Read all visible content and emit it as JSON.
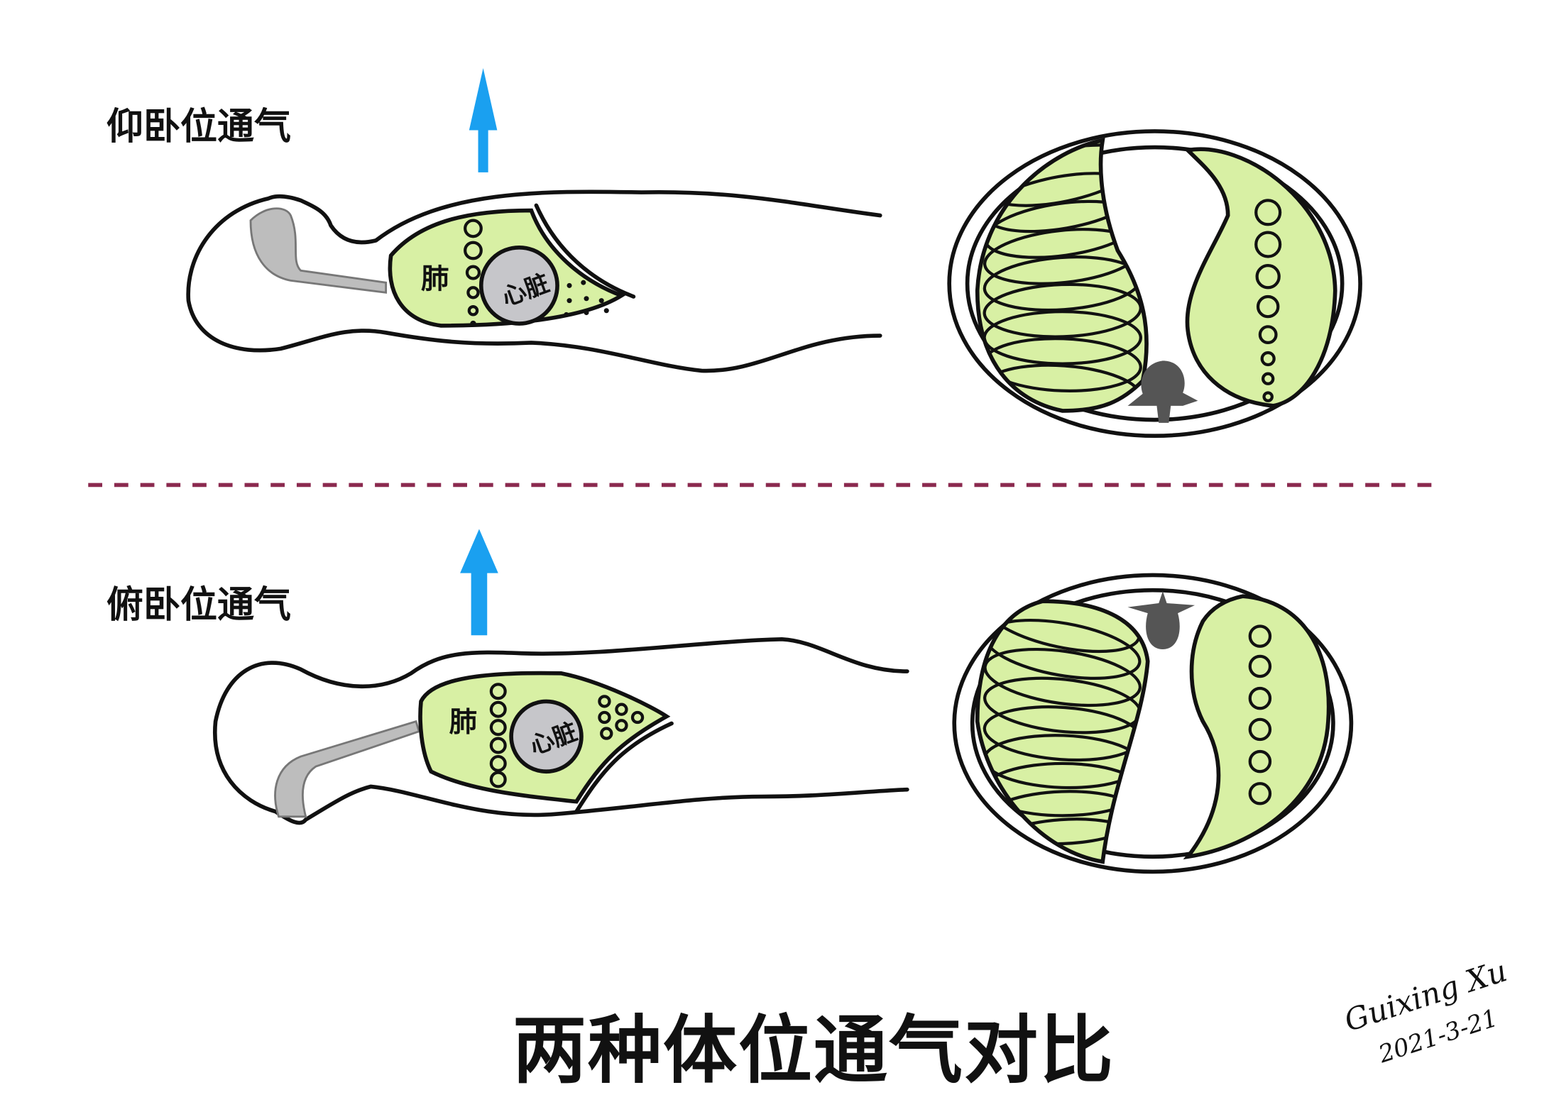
{
  "labels": {
    "supine": "仰卧位通气",
    "prone": "俯卧位通气"
  },
  "title": "两种体位通气对比",
  "organs": {
    "lung": "肺",
    "heart": "心脏"
  },
  "signature": {
    "name": "Guixing Xu",
    "date": "2021-3-21"
  },
  "colors": {
    "lung": "#d8f0a4",
    "heart": "#c6c6ca",
    "arrow": "#1aa0f0",
    "divider": "#8b2a4f",
    "spine": "#555555"
  }
}
